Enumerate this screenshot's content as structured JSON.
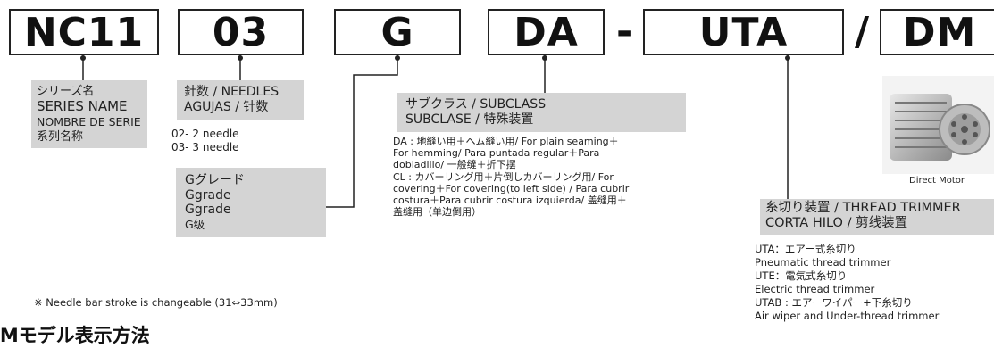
{
  "codes": {
    "series": "NC11",
    "needles": "03",
    "grade": "G",
    "subclass": "DA",
    "dash": "-",
    "trimmer": "UTA",
    "slash": "/",
    "motor": "DM"
  },
  "series_label": [
    "シリーズ名",
    "SERIES NAME",
    "NOMBRE DE SERIE",
    "系列名称"
  ],
  "needles_label": [
    "針数 / NEEDLES",
    "AGUJAS / 针数"
  ],
  "needles_list": [
    "02- 2 needle",
    "03- 3 needle"
  ],
  "grade_label": [
    "Gグレード",
    "Ggrade",
    "Ggrade",
    "G级"
  ],
  "subclass_label": [
    "サブクラス / SUBCLASS",
    "SUBCLASE / 特殊装置"
  ],
  "subclass_desc": [
    "DA : 地縫い用＋ヘム縫い用/ For plain seaming＋",
    "       For hemming/ Para puntada regular＋Para",
    "       dobladillo/ 一般缝＋折下摆",
    "CL : カバーリング用＋片倒しカバーリング用/ For",
    "       covering＋For covering(to left side) / Para cubrir",
    "       costura＋Para cubrir costura izquierda/ 盖缝用＋",
    "       盖缝用（单边倒用）"
  ],
  "trimmer_label": [
    "糸切り装置 / THREAD TRIMMER",
    "CORTA HILO / 剪线装置"
  ],
  "trimmer_list": [
    "UTA：エアー式糸切り",
    "          Pneumatic thread trimmer",
    "UTE：電気式糸切り",
    "          Electric thread trimmer",
    "UTAB : エアーワイパー+下糸切り",
    "          Air wiper and Under-thread trimmer"
  ],
  "motor_caption": "Direct Motor",
  "footnote": "※ Needle bar stroke is changeable (31⇔33mm)",
  "section_title": "JMモデル表示方法"
}
